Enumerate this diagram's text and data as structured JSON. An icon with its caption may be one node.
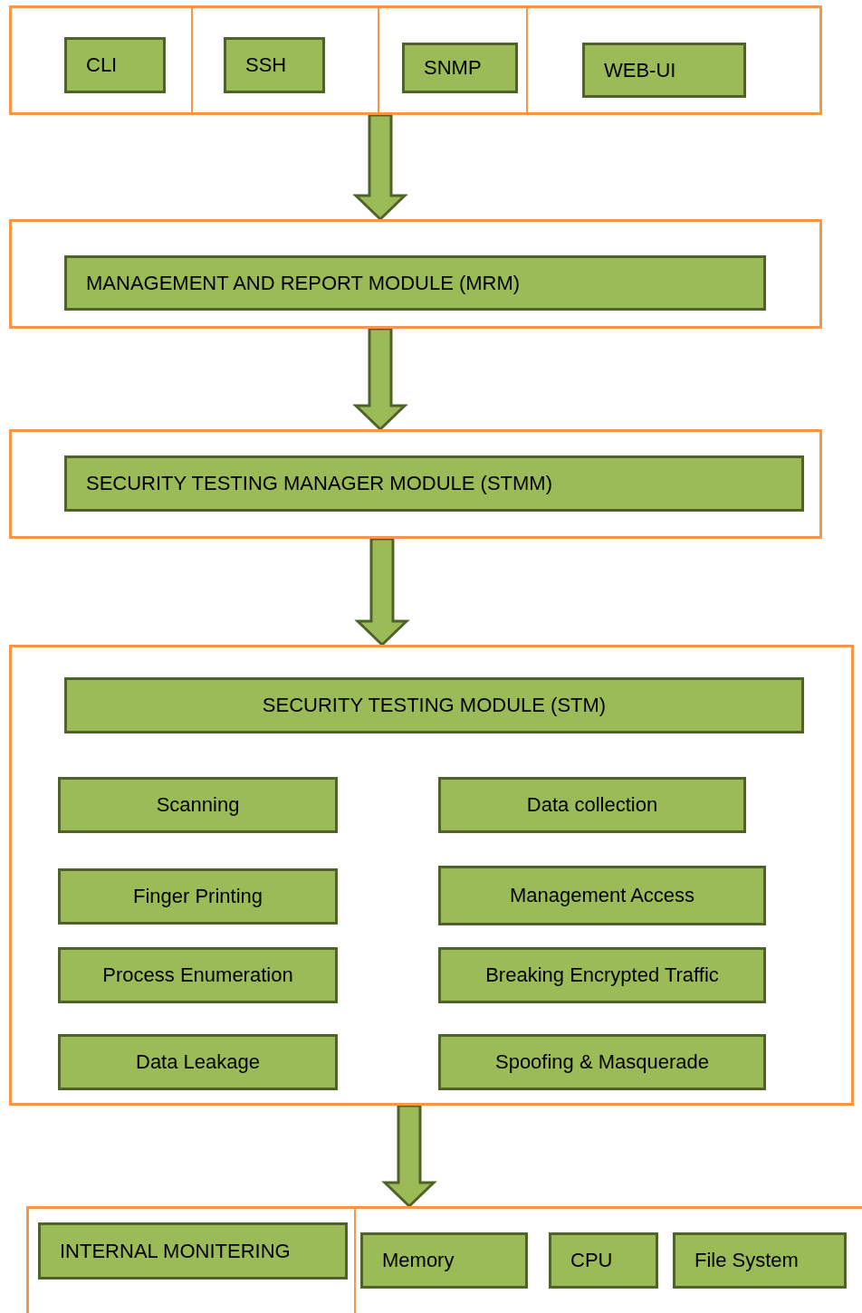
{
  "diagram": {
    "nodes": [
      {
        "text": [],
        "shape": "box"
      },
      {
        "text": [
          "CLI"
        ],
        "in": 0
      },
      {
        "text": [
          "SSH"
        ],
        "in": 0
      },
      {
        "text": [
          "SNMP"
        ],
        "in": 0
      },
      {
        "text": [
          "WEB-UI"
        ],
        "in": 0
      },
      {
        "text": [],
        "shape": "box"
      },
      {
        "text": [
          "MANAGEMENT AND REPORT MODULE (MRM)"
        ],
        "in": 5
      },
      {
        "text": [],
        "shape": "box"
      },
      {
        "text": [
          "SECURITY TESTING MANAGER MODULE (STMM)"
        ],
        "in": 7
      },
      {
        "text": [],
        "shape": "box"
      },
      {
        "text": [
          "SECURITY TESTING MODULE (STM)"
        ],
        "in": 9
      },
      {
        "text": [
          "Scanning"
        ],
        "in": 9
      },
      {
        "text": [
          "Data collection"
        ],
        "in": 9
      },
      {
        "text": [
          "Finger Printing"
        ],
        "in": 9
      },
      {
        "text": [
          "Management Access"
        ],
        "in": 9
      },
      {
        "text": [
          "Process Enumeration"
        ],
        "in": 9
      },
      {
        "text": [
          "Breaking Encrypted Traffic"
        ],
        "in": 9
      },
      {
        "text": [
          "Data Leakage"
        ],
        "in": 9
      },
      {
        "text": [
          "Spoofing & Masquerade"
        ],
        "in": 9
      },
      {
        "text": [],
        "shape": "box"
      },
      {
        "text": [
          "INTERNAL MONITERING"
        ],
        "in": 19
      },
      {
        "text": [
          "Memory"
        ],
        "in": 19
      },
      {
        "text": [
          "CPU"
        ],
        "in": 19
      },
      {
        "text": [
          "File System"
        ],
        "in": 19
      }
    ],
    "edges": [
      {
        "from": 0,
        "to": 5,
        "arrow": "to",
        "style": "thick"
      },
      {
        "from": 5,
        "to": 7,
        "arrow": "to",
        "style": "thick"
      },
      {
        "from": 7,
        "to": 9,
        "arrow": "to",
        "style": "thick"
      },
      {
        "from": 9,
        "to": 19,
        "arrow": "to",
        "style": "thick"
      }
    ]
  }
}
